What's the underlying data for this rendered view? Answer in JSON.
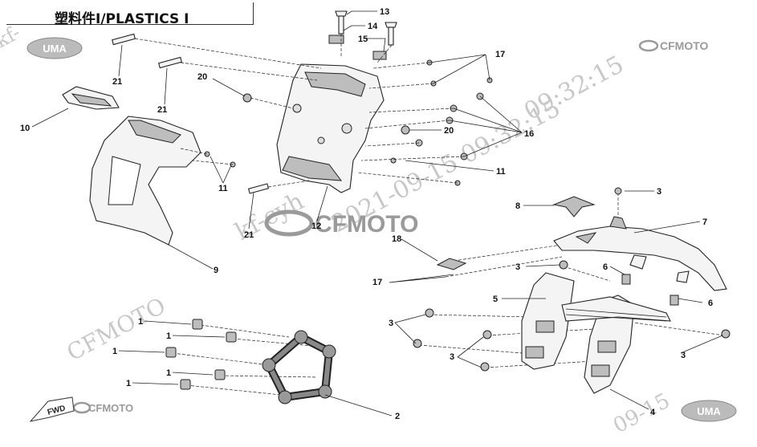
{
  "title": "塑料件Ⅰ/PLASTICS Ⅰ",
  "brand_main": "CFMOTO",
  "brand_top_right": "CFMOTO",
  "brand_bottom_left": "CFMOTO",
  "logo_uma_top": "UMA",
  "logo_uma_bottom": "UMA",
  "fwd": "FWD",
  "watermark_user": "kf-cyh",
  "watermark_date": "2021-09-15 09:32:15",
  "watermark_date_short": "09:32:15",
  "watermark_cf": "CFMOTO",
  "watermark_corner": "09-15",
  "watermark_topleft": "kf-",
  "callouts": [
    {
      "id": "c13",
      "text": "13"
    },
    {
      "id": "c14",
      "text": "14"
    },
    {
      "id": "c15",
      "text": "15"
    },
    {
      "id": "c17a",
      "text": "17"
    },
    {
      "id": "c16",
      "text": "16"
    },
    {
      "id": "c20a",
      "text": "20"
    },
    {
      "id": "c20b",
      "text": "20"
    },
    {
      "id": "c21a",
      "text": "21"
    },
    {
      "id": "c21b",
      "text": "21"
    },
    {
      "id": "c21c",
      "text": "21"
    },
    {
      "id": "c10",
      "text": "10"
    },
    {
      "id": "c11a",
      "text": "11"
    },
    {
      "id": "c11b",
      "text": "11"
    },
    {
      "id": "c12",
      "text": "12"
    },
    {
      "id": "c9",
      "text": "9"
    },
    {
      "id": "c3a",
      "text": "3"
    },
    {
      "id": "c8",
      "text": "8"
    },
    {
      "id": "c7",
      "text": "7"
    },
    {
      "id": "c18",
      "text": "18"
    },
    {
      "id": "c3b",
      "text": "3"
    },
    {
      "id": "c6a",
      "text": "6"
    },
    {
      "id": "c17b",
      "text": "17"
    },
    {
      "id": "c5",
      "text": "5"
    },
    {
      "id": "c6b",
      "text": "6"
    },
    {
      "id": "c3c",
      "text": "3"
    },
    {
      "id": "c3d",
      "text": "3"
    },
    {
      "id": "c3e",
      "text": "3"
    },
    {
      "id": "c4",
      "text": "4"
    },
    {
      "id": "c1a",
      "text": "1"
    },
    {
      "id": "c1b",
      "text": "1"
    },
    {
      "id": "c1c",
      "text": "1"
    },
    {
      "id": "c1d",
      "text": "1"
    },
    {
      "id": "c1e",
      "text": "1"
    },
    {
      "id": "c2",
      "text": "2"
    }
  ]
}
